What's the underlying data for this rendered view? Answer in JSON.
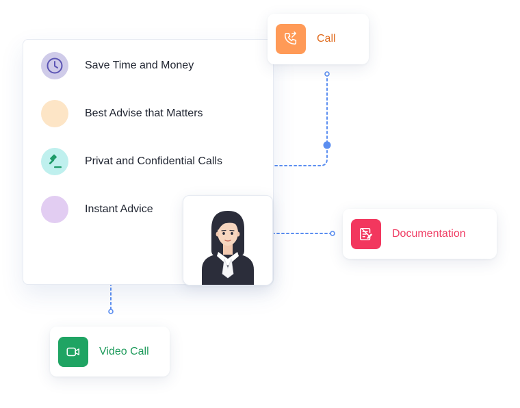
{
  "features": {
    "items": [
      {
        "label": "Save Time and Money",
        "icon": "clock-icon",
        "circle_color": "#cfcbe9",
        "icon_color": "#5b54b4"
      },
      {
        "label": "Best Advise that Matters",
        "icon": "blank-icon",
        "circle_color": "#fde5c6"
      },
      {
        "label": "Privat and Confidential Calls",
        "icon": "gavel-icon",
        "circle_color": "#bff0ee",
        "icon_color": "#1f9b6a"
      },
      {
        "label": "Instant Advice",
        "icon": "blank-icon",
        "circle_color": "#e2cdf2"
      }
    ]
  },
  "nodes": {
    "call": {
      "label": "Call",
      "icon": "phone-icon",
      "bg_color": "#ff9a57",
      "text_color": "#e06a1c"
    },
    "documentation": {
      "label": "Documentation",
      "icon": "document-edit-icon",
      "bg_color": "#f2375e",
      "text_color": "#ef3b62"
    },
    "video_call": {
      "label": "Video Call",
      "icon": "video-camera-icon",
      "bg_color": "#1fa463",
      "text_color": "#1f9b5c"
    }
  },
  "center": {
    "icon": "lawyer-avatar"
  },
  "colors": {
    "connector": "#5b8ef0"
  }
}
